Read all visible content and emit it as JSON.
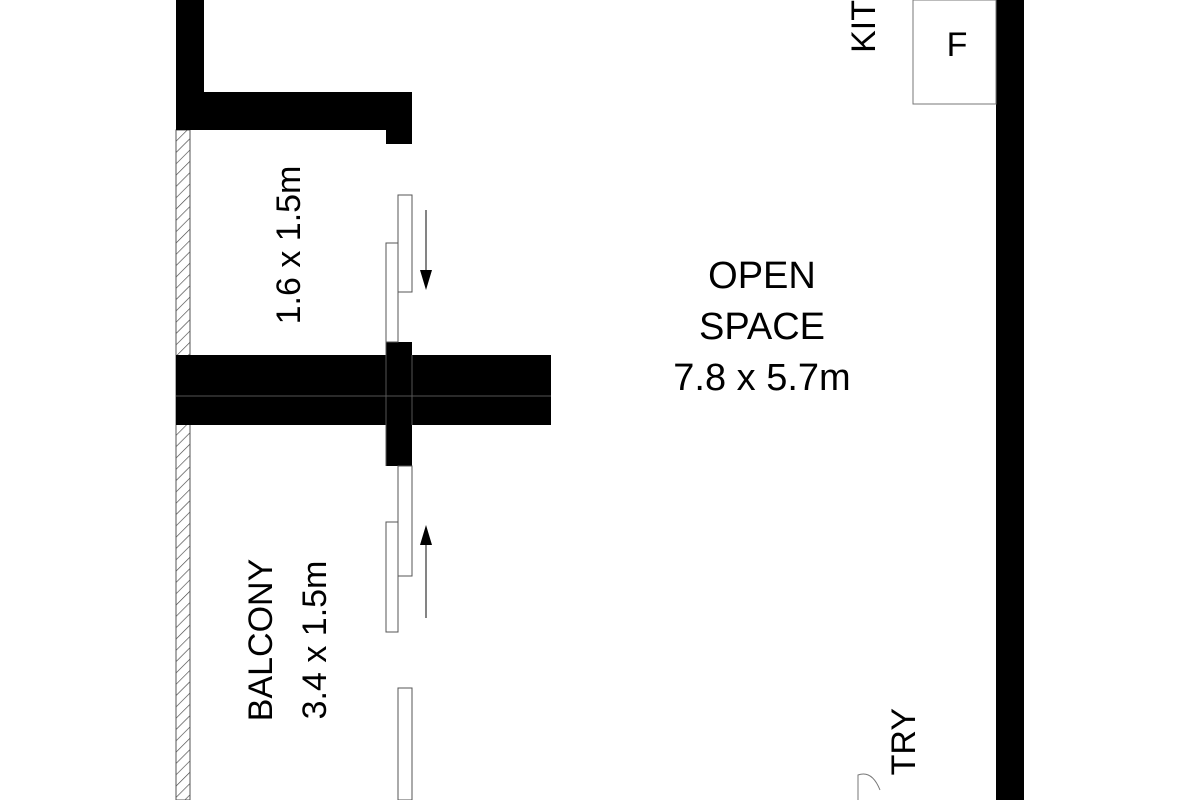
{
  "rooms": {
    "open_space": {
      "name_line1": "OPEN",
      "name_line2": "SPACE",
      "size": "7.8 x 5.7m"
    },
    "upper_balcony": {
      "size": "1.6 x 1.5m"
    },
    "balcony": {
      "name": "BALCONY",
      "size": "3.4 x 1.5m"
    },
    "kitchen": {
      "name_partial": "KIT"
    },
    "entry": {
      "name_partial": "TRY"
    }
  },
  "fixtures": {
    "fridge_label": "F"
  },
  "colors": {
    "wall": "#000000",
    "background": "#ffffff",
    "line": "#555555"
  }
}
